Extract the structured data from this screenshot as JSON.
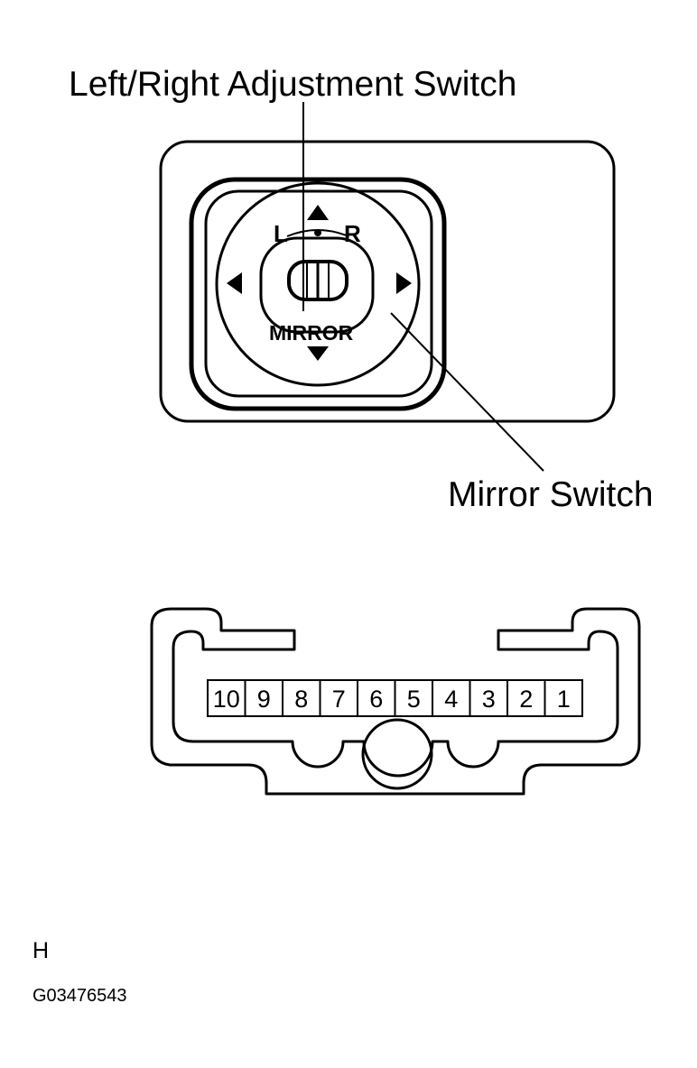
{
  "labels": {
    "left_right_adjustment_switch": "Left/Right Adjustment Switch",
    "mirror_switch": "Mirror Switch"
  },
  "switch_face": {
    "left_letter": "L",
    "right_letter": "R",
    "mirror_text": "MIRROR"
  },
  "connector": {
    "pins": [
      "10",
      "9",
      "8",
      "7",
      "6",
      "5",
      "4",
      "3",
      "2",
      "1"
    ]
  },
  "footer": {
    "letter": "H",
    "code": "G03476543"
  }
}
